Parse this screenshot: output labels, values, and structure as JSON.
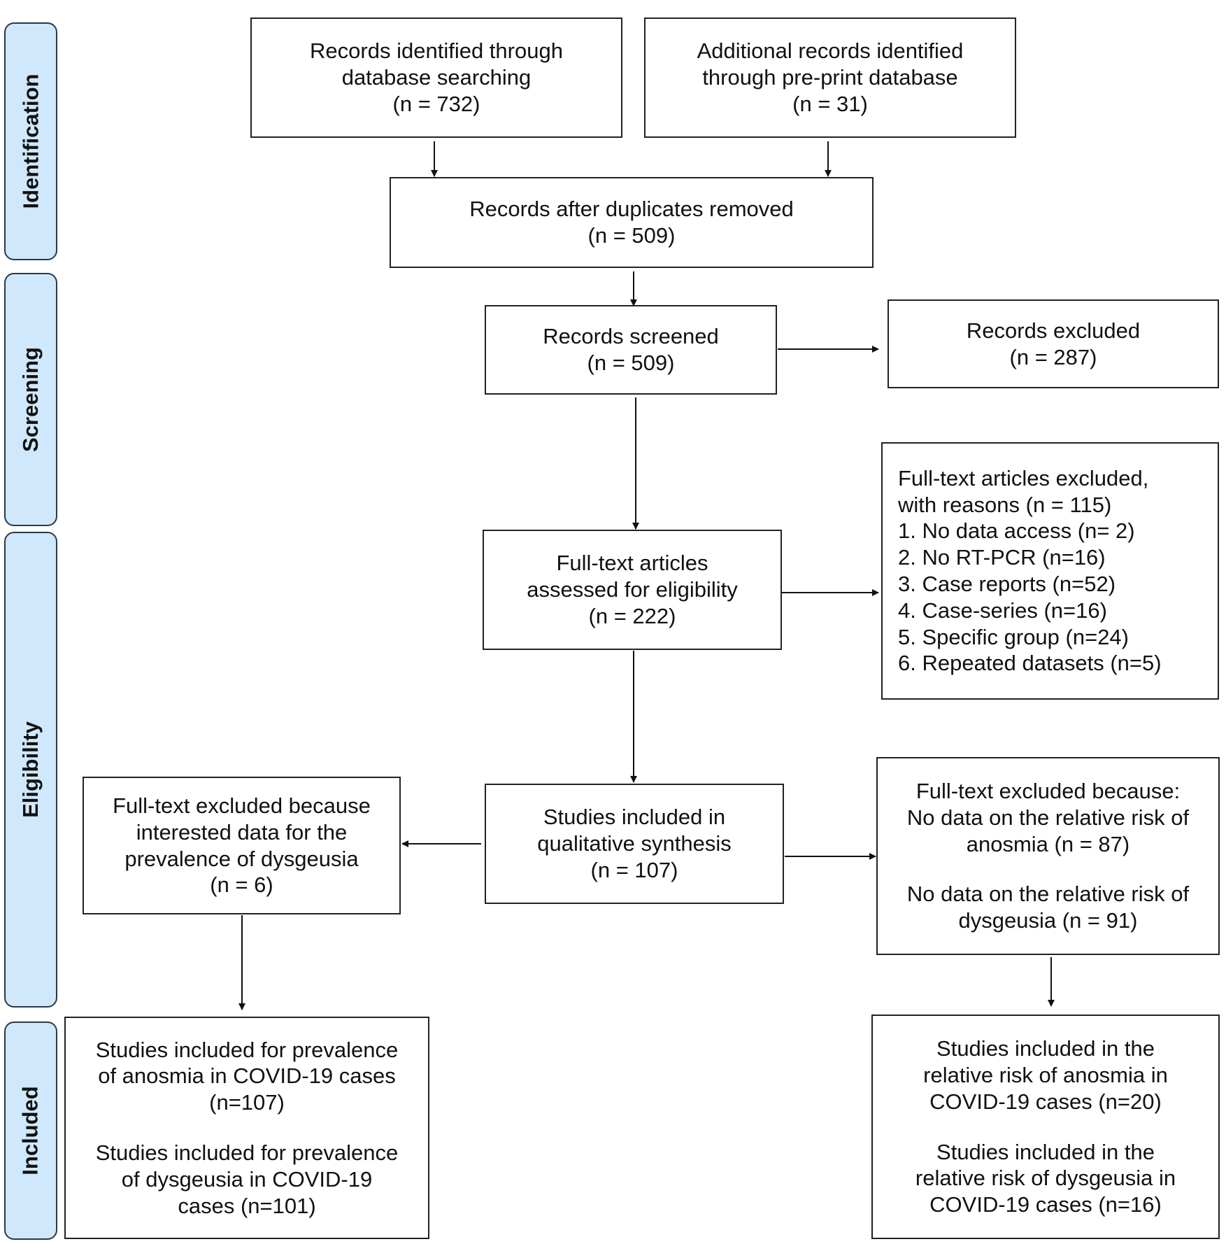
{
  "stages": [
    {
      "id": "identification",
      "label": "Identification"
    },
    {
      "id": "screening",
      "label": "Screening"
    },
    {
      "id": "eligibility",
      "label": "Eligibility"
    },
    {
      "id": "included",
      "label": "Included"
    }
  ],
  "boxes": {
    "db_search": {
      "lines": [
        "Records identified through",
        "database searching",
        "(n = 732)"
      ]
    },
    "preprint": {
      "lines": [
        "Additional records identified",
        "through pre-print database",
        "(n = 31)"
      ]
    },
    "dedup": {
      "lines": [
        "Records after duplicates removed",
        "(n = 509)"
      ]
    },
    "screened": {
      "lines": [
        "Records screened",
        "(n = 509)"
      ]
    },
    "excluded": {
      "lines": [
        "Records excluded",
        "(n = 287)"
      ]
    },
    "fulltext_assessed": {
      "lines": [
        "Full-text articles",
        "assessed for eligibility",
        "(n = 222)"
      ]
    },
    "fulltext_excluded": {
      "lines": [
        "Full-text articles excluded,",
        "with reasons (n = 115)",
        "1. No data access (n= 2)",
        "2. No RT-PCR (n=16)",
        "3. Case reports (n=52)",
        "4. Case-series (n=16)",
        "5. Specific group (n=24)",
        "6. Repeated datasets (n=5)"
      ]
    },
    "qualitative": {
      "lines": [
        "Studies included in",
        "qualitative synthesis",
        "(n = 107)"
      ]
    },
    "excl_dysgeusia": {
      "lines": [
        "Full-text excluded because",
        "interested data for the",
        "prevalence of dysgeusia",
        "(n = 6)"
      ]
    },
    "excl_relative_risk": {
      "groups": [
        [
          "Full-text excluded because:",
          "No data on the relative risk of",
          "anosmia (n = 87)"
        ],
        [
          "No data on the relative risk of",
          "dysgeusia (n = 91)"
        ]
      ]
    },
    "incl_prevalence": {
      "groups": [
        [
          "Studies included for prevalence",
          "of anosmia in COVID-19 cases",
          "(n=107)"
        ],
        [
          "Studies included for prevalence",
          "of dysgeusia in COVID-19",
          "cases (n=101)"
        ]
      ]
    },
    "incl_relative_risk": {
      "groups": [
        [
          "Studies included in the",
          "relative risk of anosmia in",
          "COVID-19 cases (n=20)"
        ],
        [
          "Studies included in the",
          "relative risk of dysgeusia in",
          "COVID-19 cases (n=16)"
        ]
      ]
    }
  }
}
